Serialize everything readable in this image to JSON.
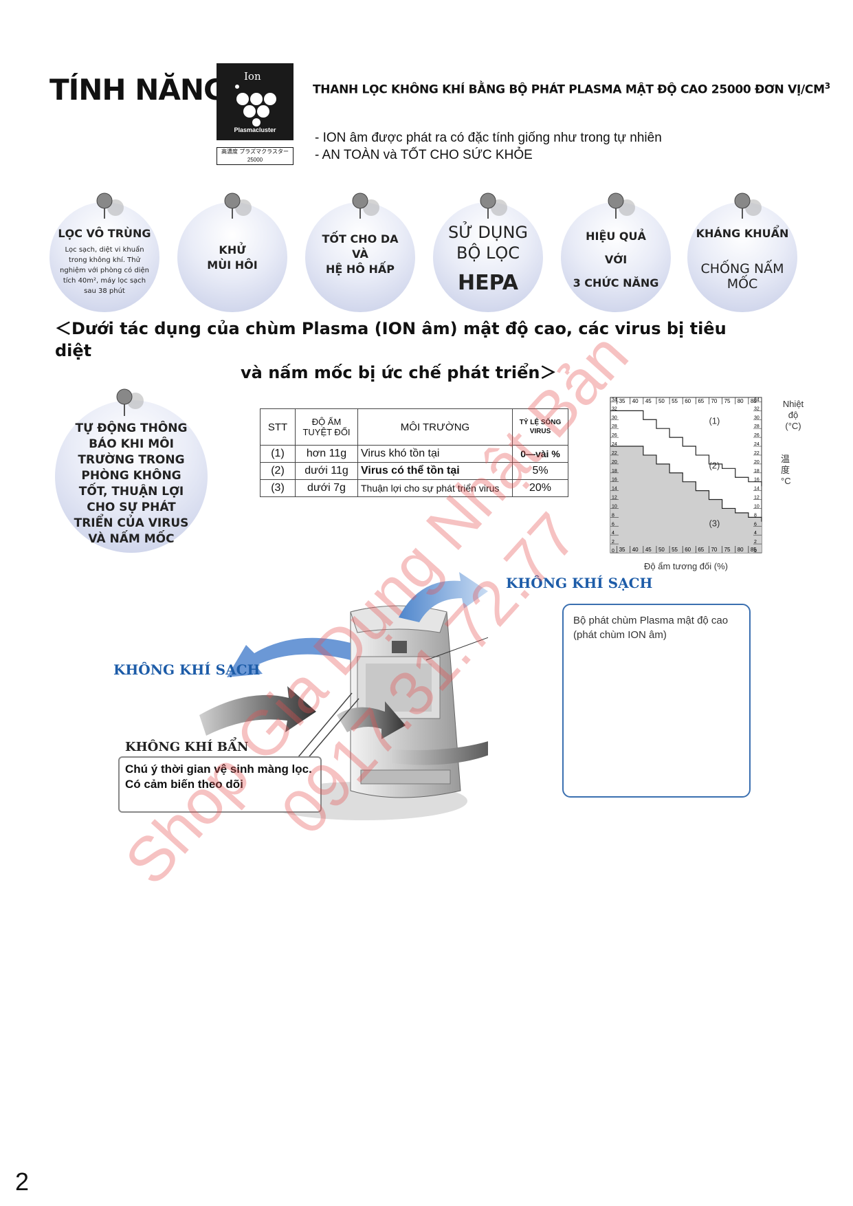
{
  "header": {
    "title": "TÍNH NĂNG",
    "logo_ion": "Ion",
    "logo_name": "Plasmacluster",
    "logo_sub": "高濃度 プラズマクラスター 25000",
    "headline": "THANH LỌC KHÔNG KHÍ BẰNG BỘ PHÁT PLASMA MẬT ĐỘ CAO 25000 ĐƠN VỊ/CM",
    "headline_sup": "3",
    "bullets": [
      "- ION âm được phát ra có đặc tính giống như trong tự nhiên",
      "- AN TOÀN và TỐT CHO SỨC KHỎE"
    ]
  },
  "features": [
    {
      "title": "LỌC VÔ TRÙNG",
      "desc": "Lọc sạch, diệt vi khuẩn trong không khí. Thử nghiệm với phòng có diện tích 40m², máy lọc sạch sau 38 phút"
    },
    {
      "line1": "KHỬ",
      "line2": "MÙI HÔI"
    },
    {
      "line1": "TỐT CHO DA",
      "line2": "VÀ",
      "line3": "HỆ HÔ HẤP"
    },
    {
      "line1": "SỬ DỤNG",
      "line2": "BỘ LỌC",
      "line3": "HEPA"
    },
    {
      "line1": "HIỆU QUẢ",
      "line2": "VỚI",
      "line3": "3 CHỨC NĂNG"
    },
    {
      "line1": "KHÁNG KHUẨN",
      "line2": "CHỐNG NẤM",
      "line3": "MỐC"
    }
  ],
  "subheading": {
    "line1": "＜Dưới tác dụng của chùm Plasma (ION âm) mật độ cao, các virus bị tiêu diệt",
    "line2": "và nấm mốc bị ức chế phát triển＞"
  },
  "auto_bubble": "TỰ ĐỘNG THÔNG BÁO KHI MÔI TRƯỜNG TRONG PHÒNG KHÔNG TỐT, THUẬN LỢI CHO SỰ PHÁT TRIỂN CỦA VIRUS VÀ NẤM MỐC",
  "table": {
    "headers": [
      "STT",
      "ĐỘ ẨM TUYỆT ĐỐI",
      "MÔI TRƯỜNG",
      "TỶ LỆ SỐNG VIRUS"
    ],
    "rows": [
      [
        "(1)",
        "hơn 11g",
        "Virus khó tồn tại",
        "0—vài %"
      ],
      [
        "(2)",
        "dưới 11g",
        "Virus có thể tồn tại",
        "5%"
      ],
      [
        "(3)",
        "dưới 7g",
        "Thuận lợi cho sự phát triển virus",
        "20%"
      ]
    ]
  },
  "chart_data": {
    "type": "area",
    "title": "",
    "xlabel": "Độ ẩm tương đối (%)",
    "ylabel": "Nhiệt độ (°C)",
    "ylabel_right": "温度 °C",
    "x_ticks": [
      35,
      40,
      45,
      50,
      55,
      60,
      65,
      70,
      75,
      80,
      85
    ],
    "y_ticks": [
      0,
      2,
      4,
      6,
      8,
      10,
      12,
      14,
      16,
      18,
      20,
      22,
      24,
      26,
      28,
      30,
      32,
      34
    ],
    "xlim": [
      32.5,
      90
    ],
    "ylim": [
      0,
      35
    ],
    "regions": [
      "(1)",
      "(2)",
      "(3)"
    ],
    "boundary_upper": {
      "x": [
        32.5,
        40,
        45,
        50,
        55,
        60,
        65,
        70,
        75,
        80,
        85,
        90
      ],
      "y": [
        32,
        32,
        30,
        28,
        26,
        24,
        22,
        20,
        19,
        17,
        16,
        15
      ]
    },
    "boundary_lower": {
      "x": [
        32.5,
        40,
        45,
        50,
        55,
        60,
        65,
        70,
        75,
        80,
        85,
        90
      ],
      "y": [
        24,
        24,
        22,
        20,
        18,
        16,
        14,
        12,
        10,
        9,
        8,
        7
      ]
    },
    "grid": true
  },
  "diagram": {
    "clean_air_top": "KHÔNG KHÍ SẠCH",
    "clean_air_left": "KHÔNG KHÍ SẠCH",
    "dirty_air": "KHÔNG KHÍ BẨN",
    "note_line1": "Chú ý thời gian vệ sinh màng lọc.",
    "note_line2": "Có cảm biến theo dõi",
    "callout": "Bộ phát chùm Plasma mật độ cao (phát chùm ION âm)"
  },
  "watermark": {
    "line1": "Shop Gia Dụng Nhật Bản",
    "line2": "0917.31.72.77"
  },
  "page_number": "2"
}
